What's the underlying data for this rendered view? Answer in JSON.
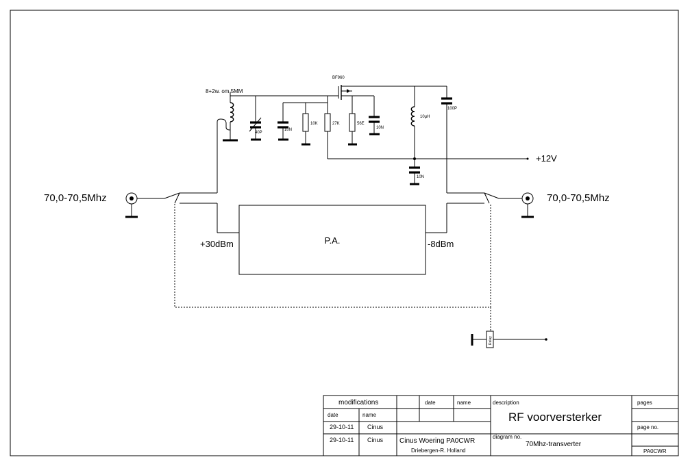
{
  "components": {
    "coil_label": "8+2w. om 5MM",
    "trimmer_cap": "40P",
    "cap1": "10N",
    "res1": "10K",
    "res2": "27K",
    "res3": "56E",
    "cap2": "10N",
    "transistor": "BF960",
    "choke": "10µH",
    "cap_out": "100P",
    "cap_supply": "10N",
    "relay": "Relay"
  },
  "supply": "+12V",
  "input_freq": "70,0-70,5Mhz",
  "output_freq": "70,0-70,5Mhz",
  "pa_label": "P.A.",
  "pa_out_level": "+30dBm",
  "pa_in_level": "-8dBm",
  "title_block": {
    "modifications": "modifications",
    "date_hdr": "date",
    "name_hdr": "name",
    "mod_date_hdr": "date",
    "mod_name_hdr": "name",
    "rev1_date": "29-10-11",
    "rev1_name": "Cinus",
    "rev2_date": "29-10-11",
    "rev2_name": "Cinus",
    "author": "Cinus Woering PA0CWR",
    "location": "Driebergen-R.  Holland",
    "description_hdr": "description",
    "description": "RF voorversterker",
    "diagram_hdr": "diagram no.",
    "diagram": "70Mhz-transverter",
    "pages_hdr": "pages",
    "page_no_hdr": "page no.",
    "callsign": "PA0CWR"
  }
}
